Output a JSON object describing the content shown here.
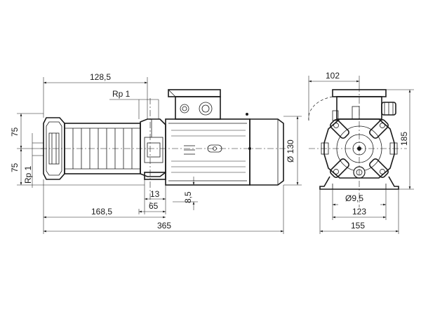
{
  "drawing": {
    "side_view": {
      "dimensions": {
        "d_128_5": "128,5",
        "d_rp1_top": "Rp 1",
        "d_75_upper": "75",
        "d_75_lower": "75",
        "d_rp1_left": "Rp 1",
        "d_130": "Ø 130",
        "d_13": "13",
        "d_8_5": "8,5",
        "d_65": "65",
        "d_168_5": "168,5",
        "d_365": "365"
      }
    },
    "end_view": {
      "dimensions": {
        "d_102": "102",
        "d_185": "185",
        "d_9_5": "Ø9,5",
        "d_123": "123",
        "d_155": "155"
      }
    }
  }
}
